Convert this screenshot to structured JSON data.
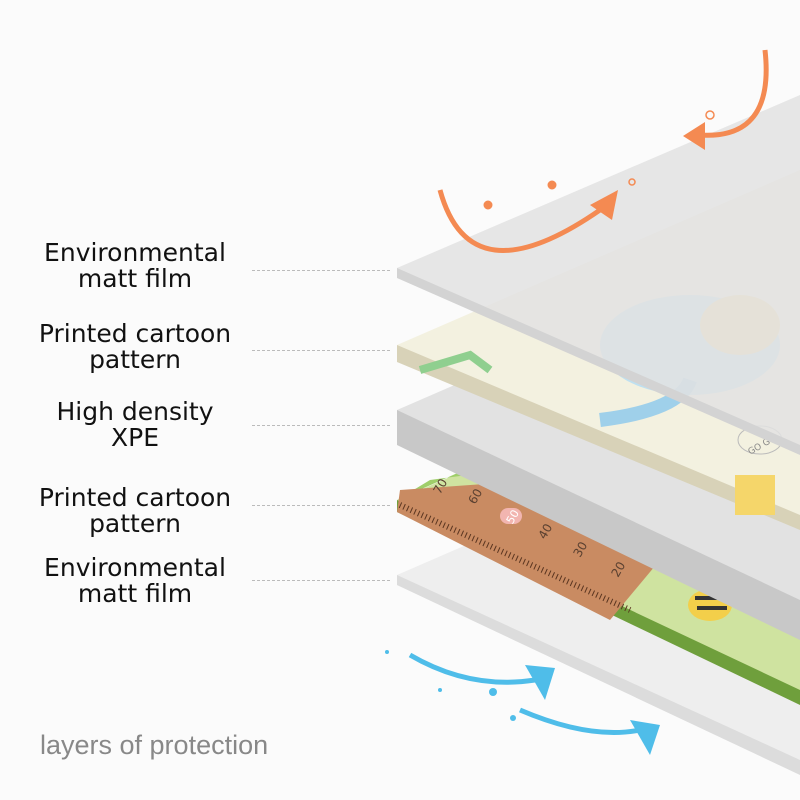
{
  "layers": [
    {
      "line1": "Environmental",
      "line2": "matt film"
    },
    {
      "line1": "Printed cartoon",
      "line2": "pattern"
    },
    {
      "line1": "High density",
      "line2": "XPE"
    },
    {
      "line1": "Printed cartoon",
      "line2": "pattern"
    },
    {
      "line1": "Environmental",
      "line2": "matt film"
    }
  ],
  "caption": "layers of protection",
  "ruler_numbers": [
    "70",
    "60",
    "50",
    "40",
    "30",
    "20"
  ],
  "speech_bubble": "GO GO",
  "colors": {
    "warm_arrow": "#f48a52",
    "cool_arrow": "#4fbde9",
    "film": "#e6e6e6",
    "xpe": "#cfcfcf",
    "ruler": "#c98b62"
  }
}
